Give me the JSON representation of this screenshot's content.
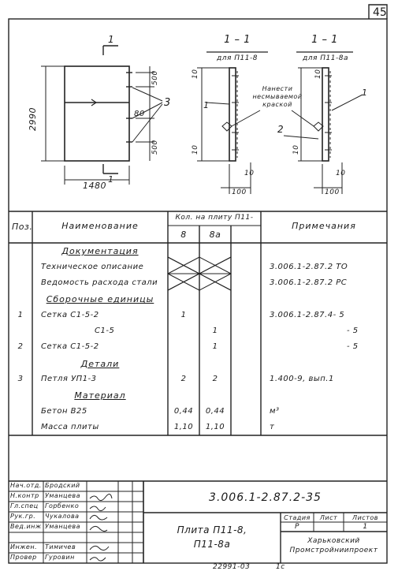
{
  "sheet_number": "45",
  "plan": {
    "section_mark": "1",
    "height_dim": "2990",
    "width_dim": "1480",
    "dim_top_gap": "500",
    "dim_middle": "80",
    "dim_bottom_gap": "500",
    "callout_3": "3",
    "bottom_section_mark": "1"
  },
  "section_a": {
    "title": "1 – 1",
    "subtitle": "для П11-8",
    "dim_top": "10",
    "dim_bottom": "10",
    "dim_right": "10",
    "dim_width": "100",
    "callout_1": "1"
  },
  "section_b": {
    "title": "1 – 1",
    "subtitle": "для П11-8а",
    "dim_top": "10",
    "dim_bottom": "10",
    "dim_right": "10",
    "dim_width": "100",
    "callout_1": "1",
    "callout_2": "2"
  },
  "annotation": {
    "line1": "Нанести",
    "line2": "несмываемой",
    "line3": "краской"
  },
  "spec_table": {
    "headers": {
      "pos": "Поз.",
      "name": "Наименование",
      "qty": "Кол. на плиту П11-",
      "qty_a": "8",
      "qty_b": "8а",
      "note": "Примечания"
    },
    "rows": [
      {
        "pos": "",
        "name": "Документация",
        "q8": "",
        "q8a": "",
        "note": "",
        "kind": "section"
      },
      {
        "pos": "",
        "name": "Техническое описание",
        "q8": "",
        "q8a": "",
        "note": "3.006.1-2.87.2 ТО",
        "kind": "cross"
      },
      {
        "pos": "",
        "name": "Ведомость расхода стали",
        "q8": "",
        "q8a": "",
        "note": "3.006.1-2.87.2 РС",
        "kind": "cross"
      },
      {
        "pos": "",
        "name": "Сборочные единицы",
        "q8": "",
        "q8a": "",
        "note": "",
        "kind": "section"
      },
      {
        "pos": "1",
        "name": "Сетка С1-5-2",
        "q8": "1",
        "q8a": "",
        "note": "3.006.1-2.87.4- 5",
        "kind": "item"
      },
      {
        "pos": "",
        "name": "С1-5",
        "q8": "",
        "q8a": "1",
        "note": "- 5",
        "kind": "item-indent"
      },
      {
        "pos": "2",
        "name": "Сетка С1-5-2",
        "q8": "",
        "q8a": "1",
        "note": "- 5",
        "kind": "item"
      },
      {
        "pos": "",
        "name": "Детали",
        "q8": "",
        "q8a": "",
        "note": "",
        "kind": "section"
      },
      {
        "pos": "3",
        "name": "Петля УП1-3",
        "q8": "2",
        "q8a": "2",
        "note": "1.400-9, вып.1",
        "kind": "item"
      },
      {
        "pos": "",
        "name": "Материал",
        "q8": "",
        "q8a": "",
        "note": "",
        "kind": "section"
      },
      {
        "pos": "",
        "name": "Бетон В25",
        "q8": "0,44",
        "q8a": "0,44",
        "note": "м³",
        "kind": "item"
      },
      {
        "pos": "",
        "name": "Масса плиты",
        "q8": "1,10",
        "q8a": "1,10",
        "note": "т",
        "kind": "item"
      }
    ]
  },
  "title_block": {
    "code": "3.006.1-2.87.2-35",
    "title_line1": "Плита П11-8,",
    "title_line2": "П11-8а",
    "stage_label": "Стадия",
    "sheet_label": "Лист",
    "sheets_label": "Листов",
    "stage_value": "Р",
    "sheets_value": "1",
    "org_line1": "Харьковский",
    "org_line2": "Промстройниипроект",
    "signatures": [
      {
        "role": "Нач.отд.",
        "name": "Бродский"
      },
      {
        "role": "Н.контр",
        "name": "Уманцева"
      },
      {
        "role": "Гл.спец",
        "name": "Горбенко"
      },
      {
        "role": "Рук.гр.",
        "name": "Чукалова"
      },
      {
        "role": "Вед.инж",
        "name": "Уманцева"
      },
      {
        "role": "",
        "name": ""
      },
      {
        "role": "Инжен.",
        "name": "Тимичев"
      },
      {
        "role": "Провер",
        "name": "Гуровин"
      }
    ]
  },
  "footer": {
    "inventory": "22991-03",
    "format": "1с"
  }
}
